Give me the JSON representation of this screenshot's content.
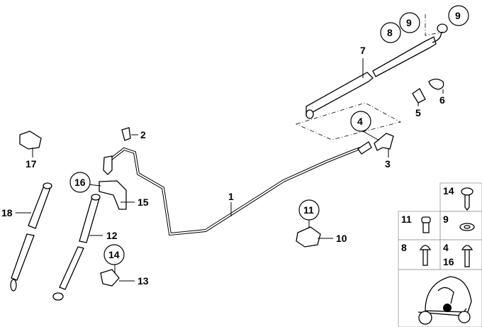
{
  "diagram": {
    "title": "Fuel/brake line parts diagram",
    "labels": {
      "p1": "1",
      "p2": "2",
      "p3": "3",
      "p4": "4",
      "p5": "5",
      "p6": "6",
      "p7": "7",
      "p8": "8",
      "p9a": "9",
      "p9b": "9",
      "p10": "10",
      "p11": "11",
      "p12": "12",
      "p13": "13",
      "p14": "14",
      "p15": "15",
      "p16": "16",
      "p17": "17",
      "p18": "18"
    },
    "legend_grid": {
      "cells": [
        {
          "labels": [
            "14"
          ],
          "icon": "tapping-screw-icon"
        },
        {
          "labels": [
            "11"
          ],
          "icon": "slotted-screw-icon"
        },
        {
          "labels": [
            "9"
          ],
          "icon": "washer-icon"
        },
        {
          "labels": [
            "8"
          ],
          "icon": "round-head-bolt-icon"
        },
        {
          "labels": [
            "4",
            "16"
          ],
          "icon": "round-head-bolt-icon"
        }
      ],
      "vehicle": "scooter-with-roof-icon",
      "location_marker_color": "#000000"
    }
  }
}
